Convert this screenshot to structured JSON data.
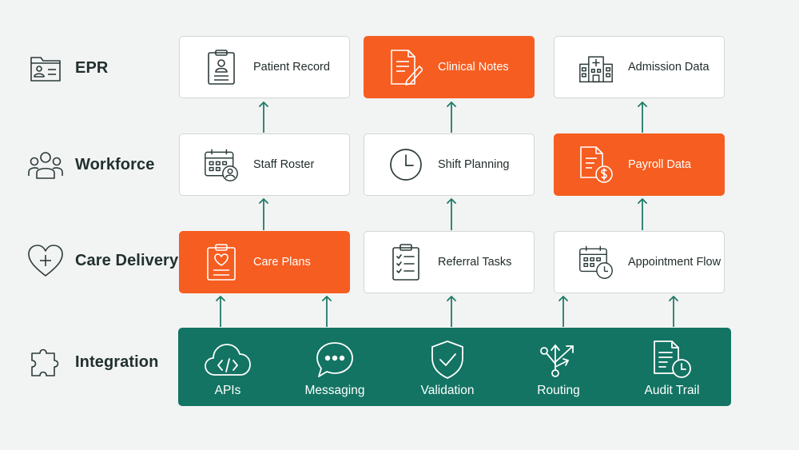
{
  "rows": {
    "epr": {
      "label": "EPR",
      "icon": "patient-folder-icon"
    },
    "workforce": {
      "label": "Workforce",
      "icon": "people-group-icon"
    },
    "care": {
      "label": "Care Delivery",
      "icon": "heart-plus-icon"
    },
    "integration": {
      "label": "Integration",
      "icon": "puzzle-piece-icon"
    }
  },
  "cards": {
    "patient_record": {
      "label": "Patient Record",
      "icon": "clipboard-person-icon"
    },
    "clinical_notes": {
      "label": "Clinical Notes",
      "icon": "document-pen-icon"
    },
    "admission_data": {
      "label": "Admission Data",
      "icon": "hospital-building-icon"
    },
    "staff_roster": {
      "label": "Staff Roster",
      "icon": "calendar-person-icon"
    },
    "shift_planning": {
      "label": "Shift Planning",
      "icon": "clock-icon"
    },
    "payroll_data": {
      "label": "Payroll Data",
      "icon": "document-dollar-icon"
    },
    "care_plans": {
      "label": "Care Plans",
      "icon": "clipboard-heart-icon"
    },
    "referral_tasks": {
      "label": "Referral Tasks",
      "icon": "clipboard-checklist-icon"
    },
    "appointment_flow": {
      "label": "Appointment Flow",
      "icon": "calendar-clock-icon"
    }
  },
  "integration": {
    "apis": {
      "label": "APIs",
      "icon": "cloud-code-icon"
    },
    "messaging": {
      "label": "Messaging",
      "icon": "chat-bubble-icon"
    },
    "validation": {
      "label": "Validation",
      "icon": "shield-check-icon"
    },
    "routing": {
      "label": "Routing",
      "icon": "routing-arrows-icon"
    },
    "audit_trail": {
      "label": "Audit Trail",
      "icon": "document-clock-icon"
    }
  },
  "colors": {
    "background": "#f2f3f3",
    "accent_orange": "#f65d20",
    "integration_green": "#137463",
    "arrow": "#1e7b68",
    "text_dark": "#21302f"
  }
}
